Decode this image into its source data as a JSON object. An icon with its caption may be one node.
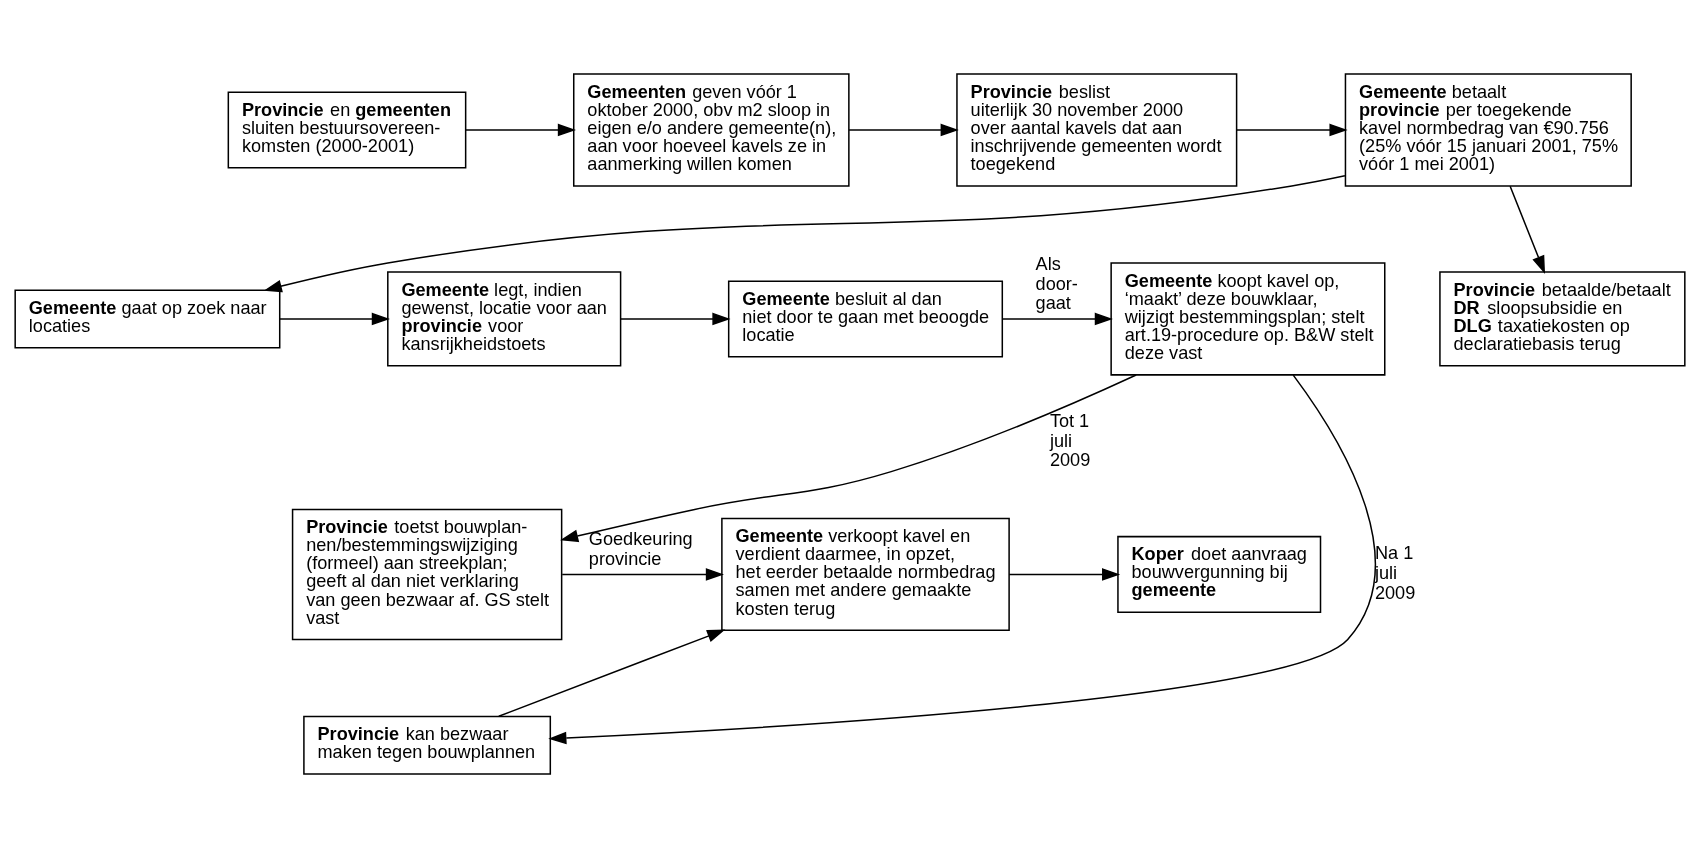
{
  "diagram": {
    "nodes": [
      {
        "text": [
          "**Provincie** en **gemeenten** sluiten bestuursovereen- komsten (2000-2001)"
        ]
      },
      {
        "text": [
          "**Gemeenten** geven vóór 1 oktober 2000, obv m2 sloop in eigen e/o andere gemeente(n), aan voor hoeveel kavels ze in aanmerking willen komen"
        ]
      },
      {
        "text": [
          "**Provincie** beslist uiterlijk 30 november 2000 over aantal kavels dat aan inschrijvende gemeenten wordt toegekend"
        ]
      },
      {
        "text": [
          "**Gemeente** betaalt **provincie** per toegekende kavel normbedrag van €90.756 (25% vóór 15 januari 2001, 75% vóór 1 mei 2001)"
        ]
      },
      {
        "text": [
          "**Provincie** betaalde/betaalt **DR** sloopsubsidie en **DLG** taxatiekosten op declaratiebasis terug"
        ]
      },
      {
        "text": [
          "**Gemeente** gaat op zoek naar locaties"
        ]
      },
      {
        "text": [
          "**Gemeente** legt, indien gewenst, locatie voor aan **provincie** voor kansrijkheidstoets"
        ]
      },
      {
        "text": [
          "**Gemeente** besluit al dan niet door te gaan met beoogde locatie"
        ]
      },
      {
        "text": [
          "**Gemeente** koopt kavel op, ‘maakt’ deze bouwklaar, wijzigt bestemmingsplan; stelt art.19-procedure op. B&W stelt deze vast"
        ]
      },
      {
        "text": [
          "**Provincie** toetst bouwplan- nen/bestemmingswijziging (formeel) aan streekplan; geeft al dan niet verklaring van geen bezwaar af. GS stelt vast"
        ]
      },
      {
        "text": [
          "**Gemeente** verkoopt kavel en verdient daarmee, in opzet, het eerder betaalde normbedrag samen met andere gemaakte kosten terug"
        ]
      },
      {
        "text": [
          "**Koper** doet aanvraag bouwvergunning bij **gemeente**"
        ]
      },
      {
        "text": [
          "**Provincie** kan bezwaar maken tegen bouwplannen"
        ]
      }
    ],
    "edges": [
      {
        "from": 0,
        "to": 1,
        "arrow": "to"
      },
      {
        "from": 1,
        "to": 2,
        "arrow": "to"
      },
      {
        "from": 2,
        "to": 3,
        "arrow": "to"
      },
      {
        "from": 3,
        "to": 4,
        "arrow": "to"
      },
      {
        "from": 3,
        "to": 5,
        "arrow": "to"
      },
      {
        "from": 5,
        "to": 6,
        "arrow": "to"
      },
      {
        "from": 6,
        "to": 7,
        "arrow": "to"
      },
      {
        "from": 7,
        "to": 8,
        "arrow": "to",
        "label": "Als door- gaat"
      },
      {
        "from": 8,
        "to": 9,
        "arrow": "to",
        "label": "Tot 1 juli 2009"
      },
      {
        "from": 8,
        "to": 12,
        "arrow": "to",
        "label": "Na 1 juli 2009"
      },
      {
        "from": 9,
        "to": 10,
        "arrow": "to",
        "label": "Goedkeuring provincie"
      },
      {
        "from": 10,
        "to": 11,
        "arrow": "to"
      },
      {
        "from": 12,
        "to": 10,
        "arrow": "to"
      }
    ]
  }
}
